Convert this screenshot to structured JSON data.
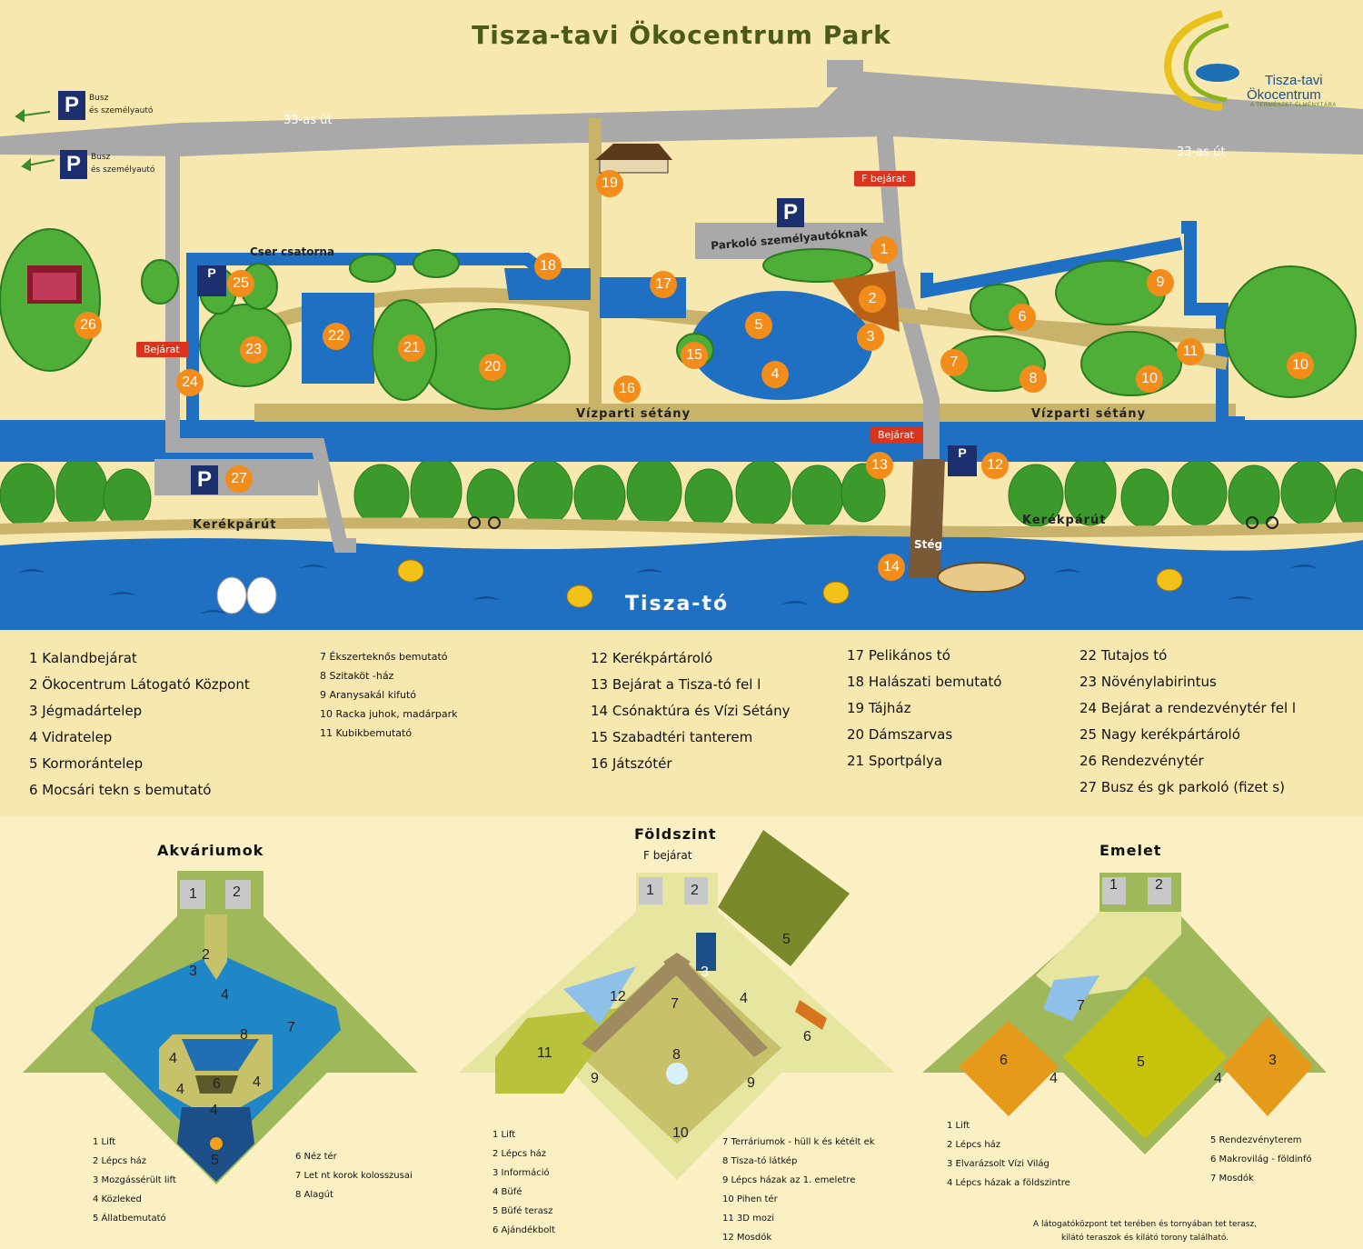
{
  "title": "Tisza-tavi Ökocentrum Park",
  "logo": {
    "line1": "Tisza-tavi",
    "line2": "Ökocentrum",
    "line3": "A TERMÉSZET ÉLMÉNYTÁRA"
  },
  "roads": {
    "road1": "33-as út",
    "road2": "33-as út"
  },
  "parking_left": [
    {
      "p": "P",
      "line1": "Busz",
      "line2": "és személyautó"
    },
    {
      "p": "P",
      "line1": "Busz",
      "line2": "és személyautó"
    }
  ],
  "map_labels": {
    "canal": "Cser   csatorna",
    "car_park": "Parkoló személyautóknak",
    "waterfront_1": "Vízparti sétány",
    "waterfront_2": "Vízparti sétány",
    "bike_path_1": "Kerékpárút",
    "bike_path_2": "Kerékpárút",
    "jetty": "Stég",
    "lake": "Tisza-tó"
  },
  "signs": {
    "main_entrance": "F  bejárat",
    "entrance_left": "Bejárat",
    "entrance_lake": "Bejárat"
  },
  "parking_icons": {
    "p_car": "P",
    "p_25": "P",
    "p_12": "P",
    "p_27": "P"
  },
  "markers": [
    "1",
    "2",
    "3",
    "4",
    "5",
    "6",
    "7",
    "8",
    "9",
    "10",
    "11",
    "12",
    "13",
    "14",
    "15",
    "16",
    "17",
    "18",
    "19",
    "20",
    "21",
    "22",
    "23",
    "24",
    "25",
    "26",
    "27"
  ],
  "legend": {
    "col1": [
      "1 Kalandbejárat",
      "2 Ökocentrum Látogató Központ",
      "3 Jégmadártelep",
      "4 Vidratelep",
      "5 Kormorántelep",
      "6 Mocsári tekn   s bemutató"
    ],
    "col2": [
      "7 Ékszerteknős bemutató",
      "8 Szitaköt  -ház",
      "9 Aranysakál kifutó",
      "10 Racka juhok, madárpark",
      "11 Kubikbemutató"
    ],
    "col3": [
      "12 Kerékpártároló",
      "13 Bejárat a Tisza-tó fel  l",
      "14 Csónaktúra és Vízi Sétány",
      "15 Szabadtéri tanterem",
      "16 Játszótér"
    ],
    "col4": [
      "17 Pelikános tó",
      "18 Halászati bemutató",
      "19 Tájház",
      "20 Dámszarvas",
      "21 Sportpálya"
    ],
    "col5": [
      "22 Tutajos tó",
      "23 Növénylabirintus",
      "24 Bejárat a rendezvénytér fel  l",
      "25 Nagy kerékpártároló",
      "26 Rendezvénytér",
      "27 Busz és gk parkoló (fizet  s)"
    ]
  },
  "floor_plans": {
    "aquarium": {
      "title": "Akváriumok",
      "labels": [
        "1",
        "2",
        "2",
        "3",
        "4",
        "4",
        "4",
        "4",
        "4",
        "5",
        "6",
        "7",
        "8"
      ],
      "legend_left": [
        "1 Lift",
        "2 Lépcs  ház",
        "3 Mozgássérült lift",
        "4 Közleked",
        "5 Állatbemutató"
      ],
      "legend_right": [
        "6 Néz  tér",
        "7 Let  nt korok kolosszusai",
        "8 Alagút"
      ]
    },
    "ground": {
      "title": "Földszint",
      "subtitle": "F  bejárat",
      "labels": [
        "1",
        "2",
        "3",
        "4",
        "5",
        "6",
        "7",
        "8",
        "9",
        "9",
        "10",
        "11",
        "12"
      ],
      "legend_left": [
        "1 Lift",
        "2 Lépcs  ház",
        "3 Információ",
        "4 Büfé",
        "5 Büfé terasz",
        "6 Ajándékbolt"
      ],
      "legend_right": [
        "7 Terráriumok - hüll  k és kétélt  ek",
        "8 Tisza-tó látkép",
        "9 Lépcs  házak az 1. emeletre",
        "10 Pihen  tér",
        "11 3D mozi",
        "12 Mosdók"
      ]
    },
    "upper": {
      "title": "Emelet",
      "labels": [
        "1",
        "2",
        "3",
        "4",
        "4",
        "5",
        "6",
        "7"
      ],
      "legend_left": [
        "1 Lift",
        "2 Lépcs  ház",
        "3 Elvarázsolt Vízi Világ",
        "4 Lépcs  házak a földszintre"
      ],
      "legend_right": [
        "5 Rendezvényterem",
        "6 Makrovilág - földinfó",
        "7 Mosdók"
      ],
      "note_1": "A látogatóközpont tet  terében és tornyában tet  terasz,",
      "note_2": "kilátó teraszok és kilátó torony található."
    }
  },
  "colors": {
    "background": "#f7e8b0",
    "water": "#1f6fc2",
    "road": "#a9a9a9",
    "path": "#c9b36b",
    "marker": "#f28c1a",
    "sign": "#d8341e",
    "parking": "#1c2f6e",
    "tree": "#3c9a2c"
  }
}
